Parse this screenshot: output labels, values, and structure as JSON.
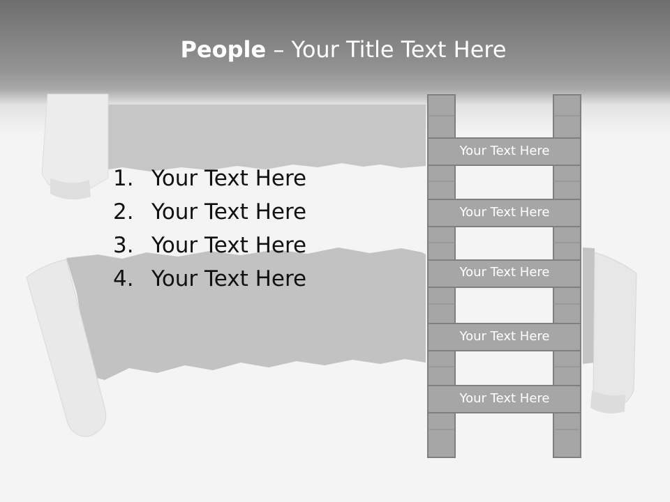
{
  "slide": {
    "title_bold": "People",
    "title_rest": " – Your Title Text Here"
  },
  "list": {
    "items": [
      {
        "number": "1.",
        "text": "Your Text Here"
      },
      {
        "number": "2.",
        "text": "Your Text Here"
      },
      {
        "number": "3.",
        "text": "Your Text Here"
      },
      {
        "number": "4.",
        "text": "Your Text Here"
      }
    ]
  },
  "ladder": {
    "rungs": [
      "Your Text Here",
      "Your Text Here",
      "Your Text Here",
      "Your Text Here",
      "Your Text Here"
    ]
  },
  "colors": {
    "header_dark": "#6e6e6e",
    "tear_gray": "#c4c4c4",
    "ladder_fill": "#a6a6a6",
    "ladder_stroke": "#7f7f7f"
  }
}
